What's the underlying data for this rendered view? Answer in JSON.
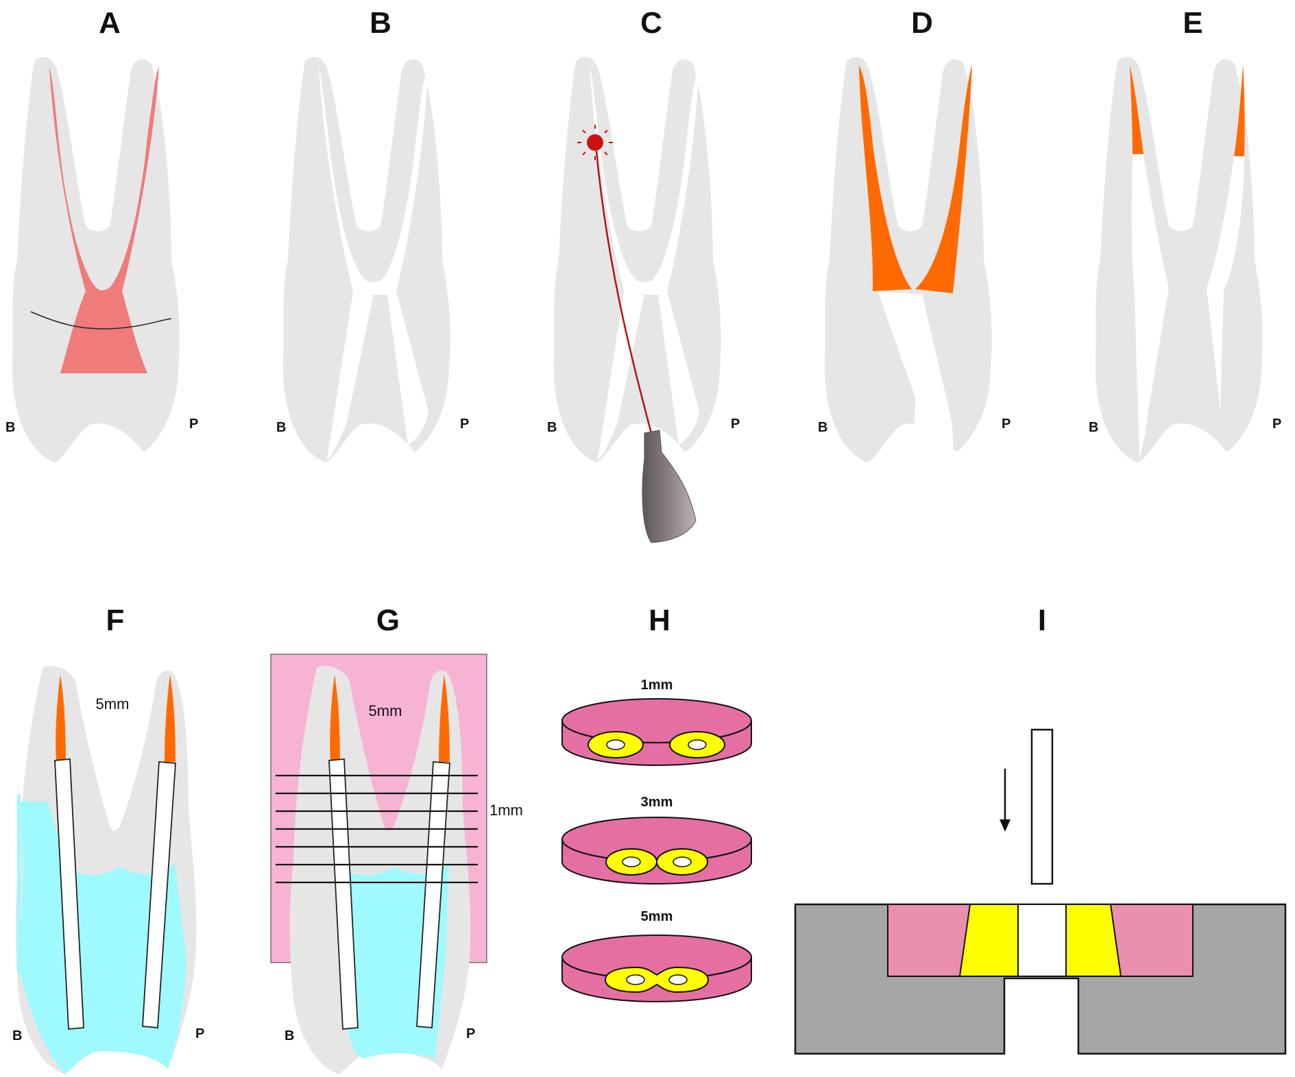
{
  "panels": {
    "A": {
      "label": "A",
      "buccal": "B",
      "palatal": "P"
    },
    "B": {
      "label": "B",
      "buccal": "B",
      "palatal": "P"
    },
    "C": {
      "label": "C",
      "buccal": "B",
      "palatal": "P"
    },
    "D": {
      "label": "D",
      "buccal": "B",
      "palatal": "P"
    },
    "E": {
      "label": "E",
      "buccal": "B",
      "palatal": "P"
    },
    "F": {
      "label": "F",
      "buccal": "B",
      "palatal": "P",
      "measure": "5mm"
    },
    "G": {
      "label": "G",
      "buccal": "B",
      "palatal": "P",
      "measure": "5mm",
      "slice_label": "1mm"
    },
    "H": {
      "label": "H",
      "sections": [
        "1mm",
        "3mm",
        "5mm"
      ]
    },
    "I": {
      "label": "I"
    }
  },
  "colors": {
    "tooth": "#e6e6e6",
    "pulp": "#ef7b7b",
    "gutta_percha": "#ff6a00",
    "post_space": "#ffffff",
    "cement": "#9ffaff",
    "resin_block": "#f7b3d3",
    "slice_disc": "#e56fa3",
    "slice_material": "#ffff00",
    "jig": "#a6a6a6",
    "laser_dot": "#cc1111",
    "handpiece": "#8c7f85"
  }
}
